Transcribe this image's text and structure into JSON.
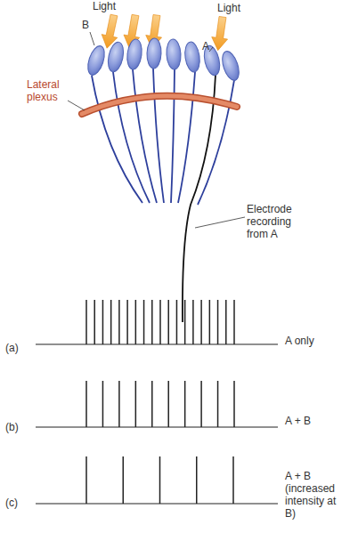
{
  "diagram": {
    "labels": [
      "Light",
      "Light",
      "B",
      "A",
      "Lateral plexus",
      "Electrode recording from A",
      "(a)",
      "A only",
      "(b)",
      "A + B",
      "(c)",
      "A + B (increased intensity at B)"
    ]
  }
}
